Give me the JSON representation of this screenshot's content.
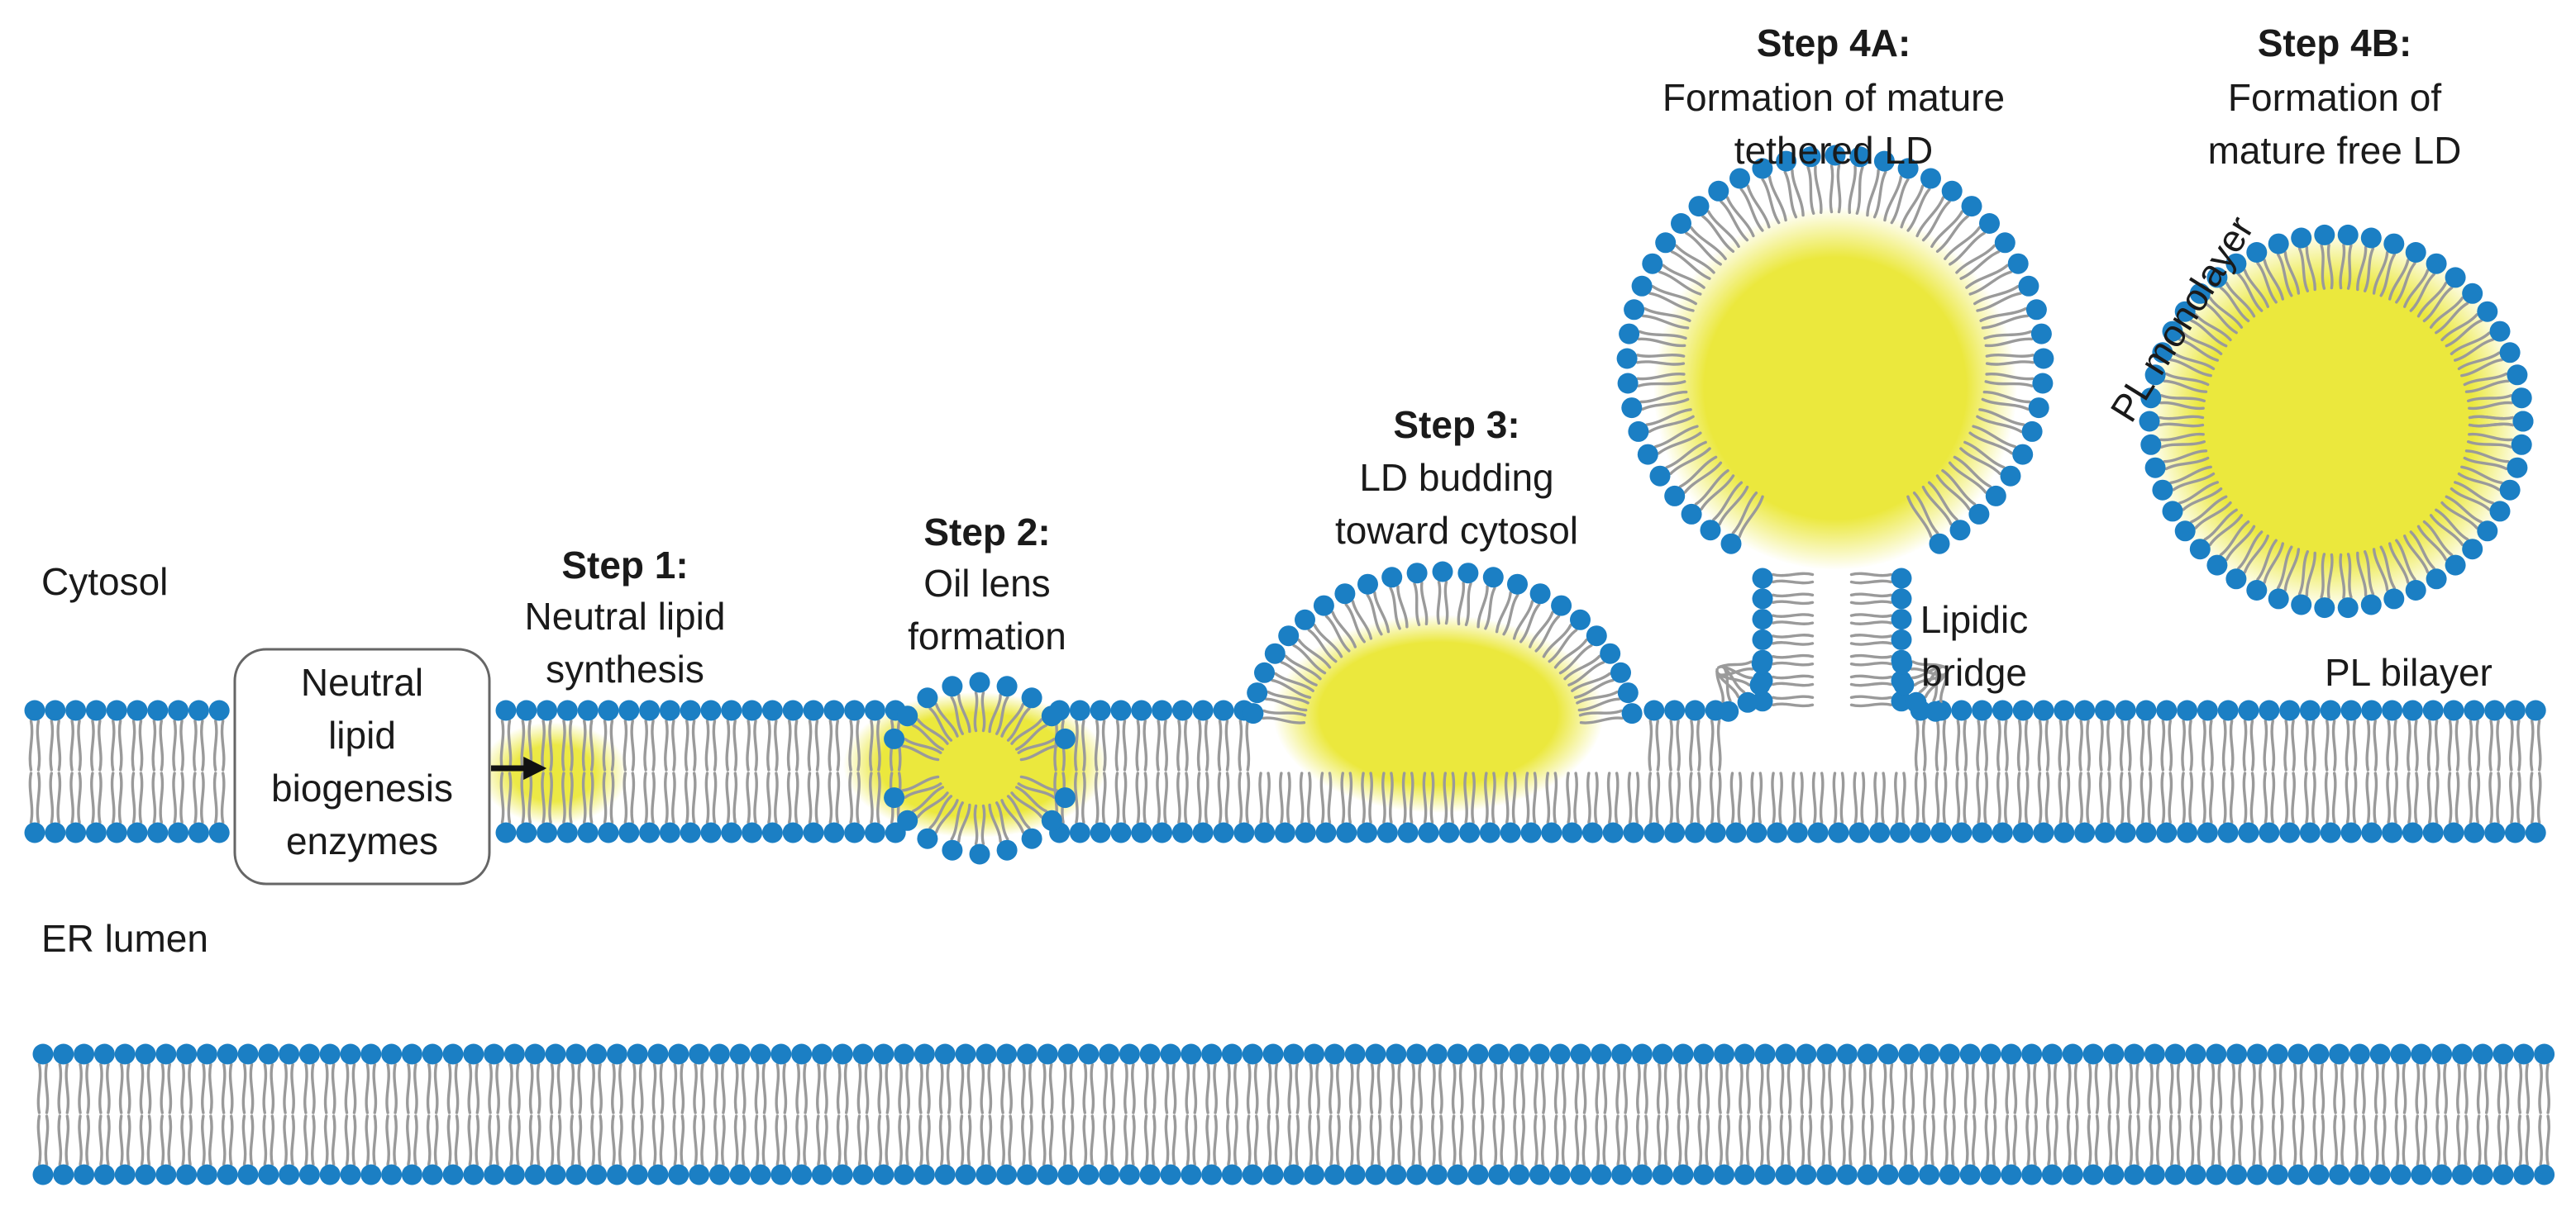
{
  "colors": {
    "headgroup": "#1b7fc4",
    "lipid_core": "#ebe83d",
    "tail": "#9a9a9a",
    "text": "#1a1a1a"
  },
  "regions": {
    "cytosol": "Cytosol",
    "er_lumen": "ER lumen"
  },
  "enzyme_box": {
    "line1": "Neutral",
    "line2": "lipid",
    "line3": "biogenesis",
    "line4": "enzymes"
  },
  "steps": {
    "step1": {
      "title": "Step 1:",
      "line1": "Neutral lipid",
      "line2": "synthesis"
    },
    "step2": {
      "title": "Step 2:",
      "line1": "Oil lens",
      "line2": "formation"
    },
    "step3": {
      "title": "Step 3:",
      "line1": "LD budding",
      "line2": "toward cytosol"
    },
    "step4a": {
      "title": "Step 4A:",
      "line1": "Formation of mature",
      "line2": "tethered LD"
    },
    "step4b": {
      "title": "Step 4B:",
      "line1": "Formation of",
      "line2": "mature free LD"
    }
  },
  "annotations": {
    "lipidic_bridge_1": "Lipidic",
    "lipidic_bridge_2": "bridge",
    "pl_bilayer": "PL bilayer",
    "pl_monolayer": "PL monolayer"
  },
  "icons": {
    "arrow": "right-arrow-icon",
    "headgroup": "phospholipid-head-icon"
  }
}
